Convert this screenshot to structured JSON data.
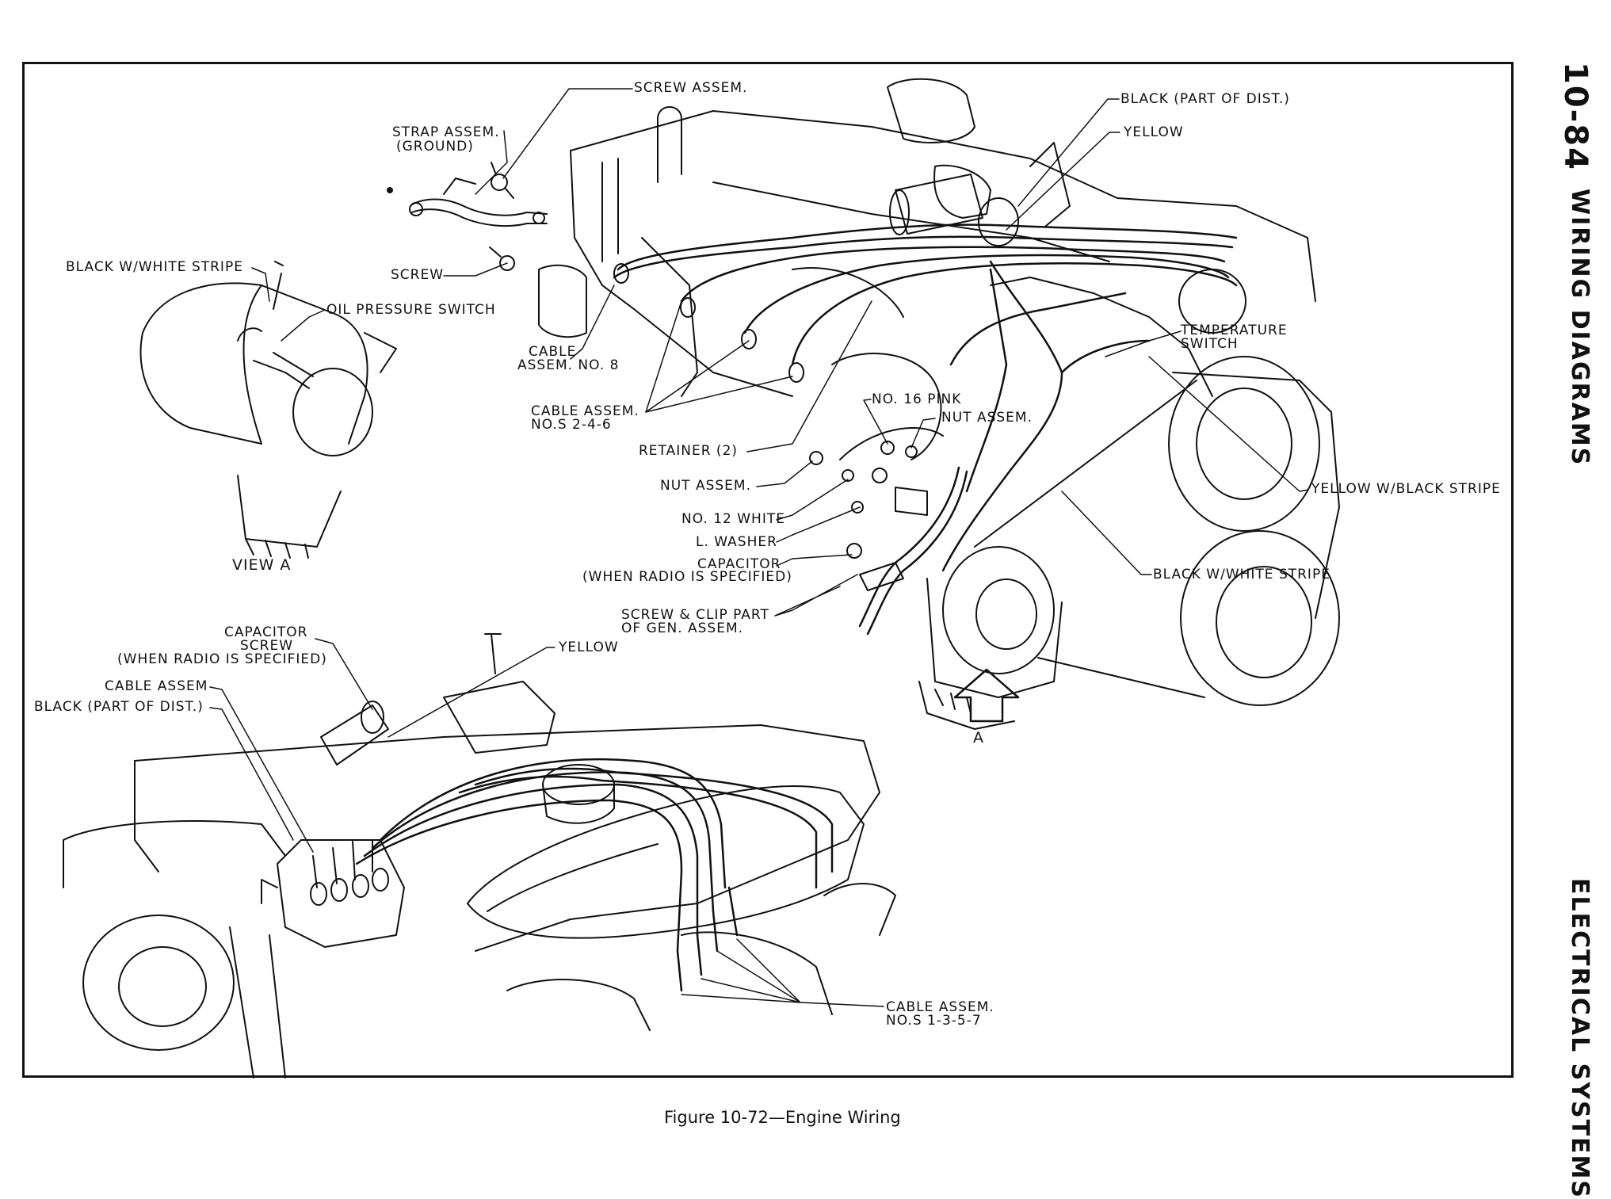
{
  "header": {
    "page_number": "10-84",
    "section_title": "WIRING DIAGRAMS",
    "footer_section": "ELECTRICAL SYSTEMS"
  },
  "figure": {
    "caption": "Figure 10-72—Engine Wiring",
    "view_label": "VIEW A",
    "arrow_label": "A"
  },
  "labels": {
    "screw_assem": "SCREW ASSEM.",
    "strap_assem_1": "STRAP ASSEM.",
    "strap_assem_2": "(GROUND)",
    "screw": "SCREW",
    "black_white_stripe_top": "BLACK W/WHITE STRIPE",
    "oil_pressure_switch": "OIL PRESSURE SWITCH",
    "cable_no8_1": "CABLE",
    "cable_no8_2": "ASSEM. NO. 8",
    "cable_246_1": "CABLE ASSEM.",
    "cable_246_2": "NO.S 2-4-6",
    "retainer": "RETAINER (2)",
    "nut_assem_left": "NUT ASSEM.",
    "no12_white": "NO. 12 WHITE",
    "l_washer": "L. WASHER",
    "capacitor_1": "CAPACITOR",
    "capacitor_2": "(WHEN RADIO IS SPECIFIED)",
    "screw_clip_1": "SCREW & CLIP PART",
    "screw_clip_2": "OF GEN. ASSEM.",
    "black_part_dist_top": "BLACK (PART OF DIST.)",
    "yellow_top": "YELLOW",
    "temperature_1": "TEMPERATURE",
    "temperature_2": "SWITCH",
    "no16_pink": "NO. 16 PINK",
    "nut_assem_right": "NUT ASSEM.",
    "yellow_black_stripe": "YELLOW W/BLACK STRIPE",
    "black_white_stripe_right": "BLACK W/WHITE STRIPE",
    "capacitor_screw_1": "CAPACITOR",
    "capacitor_screw_2": "SCREW",
    "capacitor_screw_3": "(WHEN RADIO IS SPECIFIED)",
    "yellow_bottom": "YELLOW",
    "cable_assem_bottom": "CABLE ASSEM",
    "black_part_dist_bottom": "BLACK (PART OF DIST.)",
    "cable_1357_1": "CABLE ASSEM.",
    "cable_1357_2": "NO.S 1-3-5-7"
  }
}
